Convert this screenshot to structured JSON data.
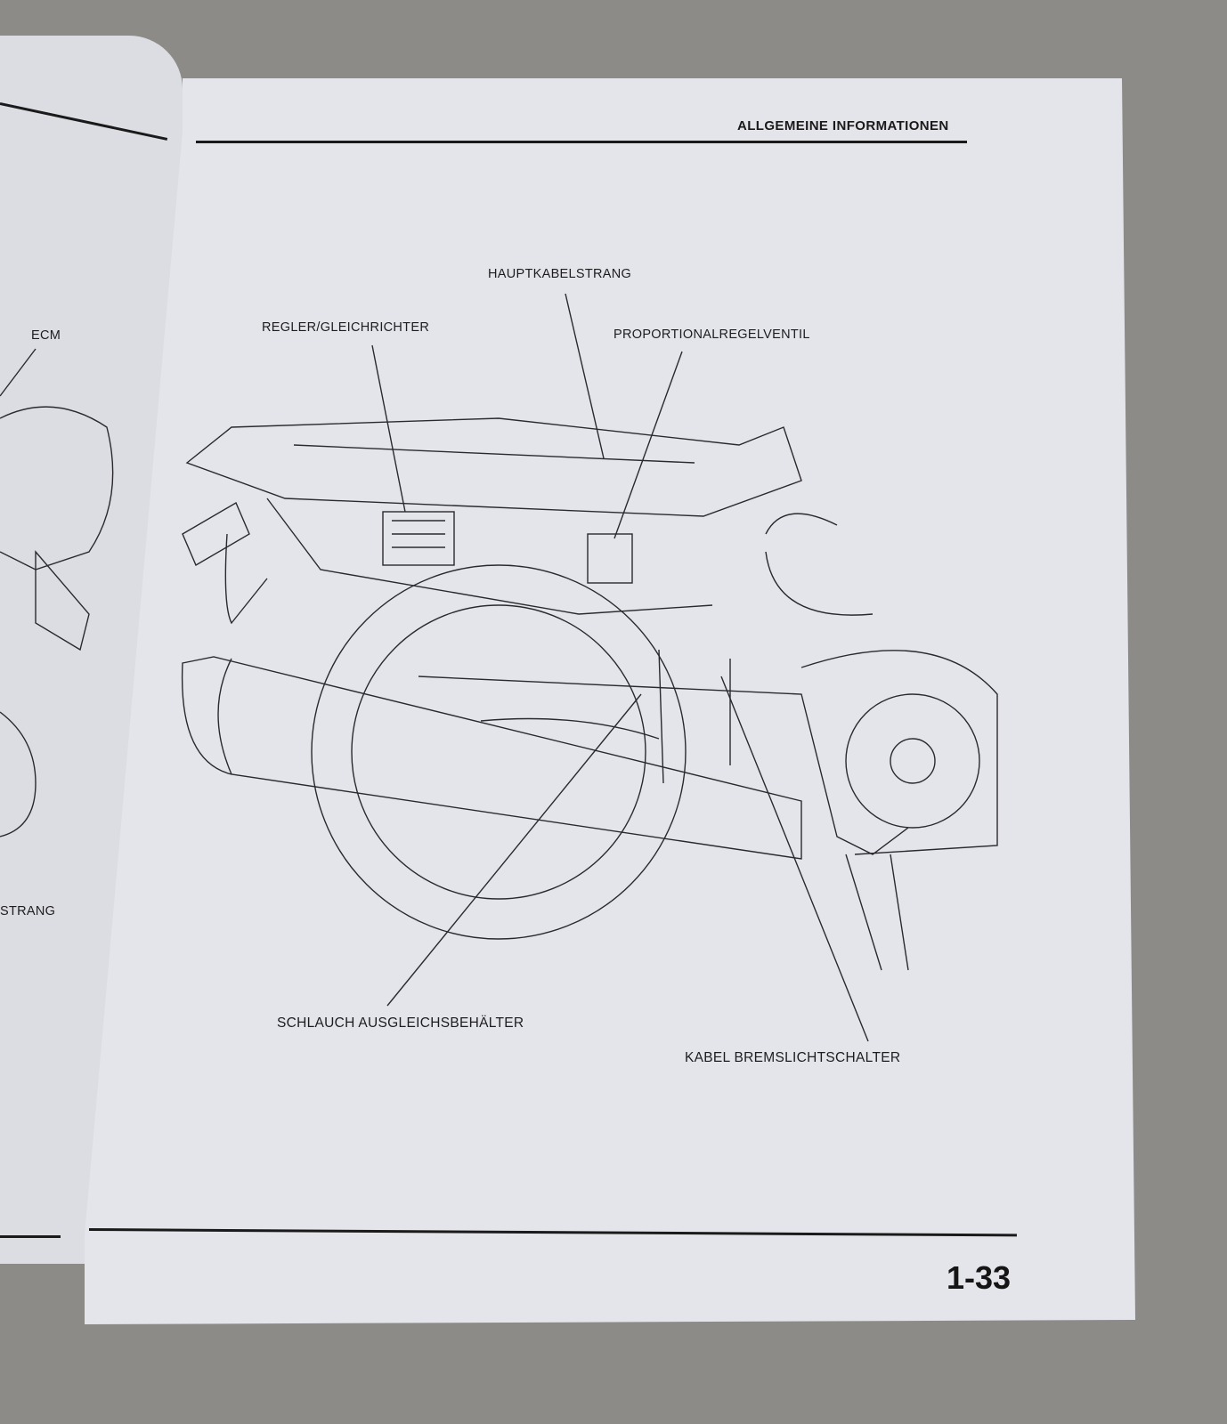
{
  "left_page": {
    "labels": [
      "ECM",
      "STRANG"
    ]
  },
  "right_page": {
    "header": "ALLGEMEINE INFORMATIONEN",
    "labels": {
      "hauptkabelstrang": "HAUPTKABELSTRANG",
      "regler": "REGLER/GLEICHRICHTER",
      "proportional": "PROPORTIONALREGELVENTIL",
      "schlauch": "SCHLAUCH AUSGLEICHSBEHÄLTER",
      "kabel": "KABEL BREMSLICHTSCHALTER"
    },
    "page_number": "1-33"
  }
}
